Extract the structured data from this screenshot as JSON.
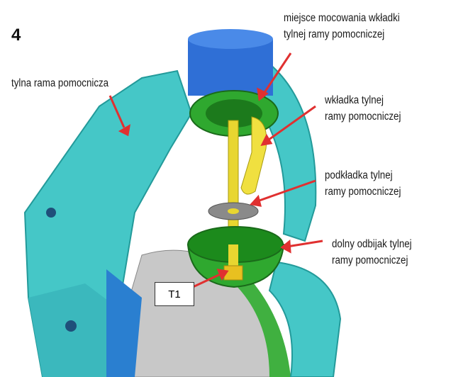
{
  "figure_number": "4",
  "labels": {
    "frame": "tylna rama pomocnicza",
    "mount_point": [
      "miejsce mocowania wkładki",
      "tylnej ramy pomocniczej"
    ],
    "insert": [
      "wkładka tylnej",
      "ramy pomocniczej"
    ],
    "washer": [
      "podkładka tylnej",
      "ramy pomocniczej"
    ],
    "lower_bumper": [
      "dolny odbijak tylnej",
      "ramy pomocniczej"
    ],
    "torque_ref": "T1"
  },
  "colors": {
    "frame": "#3fc4c4",
    "bushing": "#2f6fd6",
    "rubber": "#2fa82f",
    "bolt": "#e8d630",
    "arrow": "#e03030"
  }
}
